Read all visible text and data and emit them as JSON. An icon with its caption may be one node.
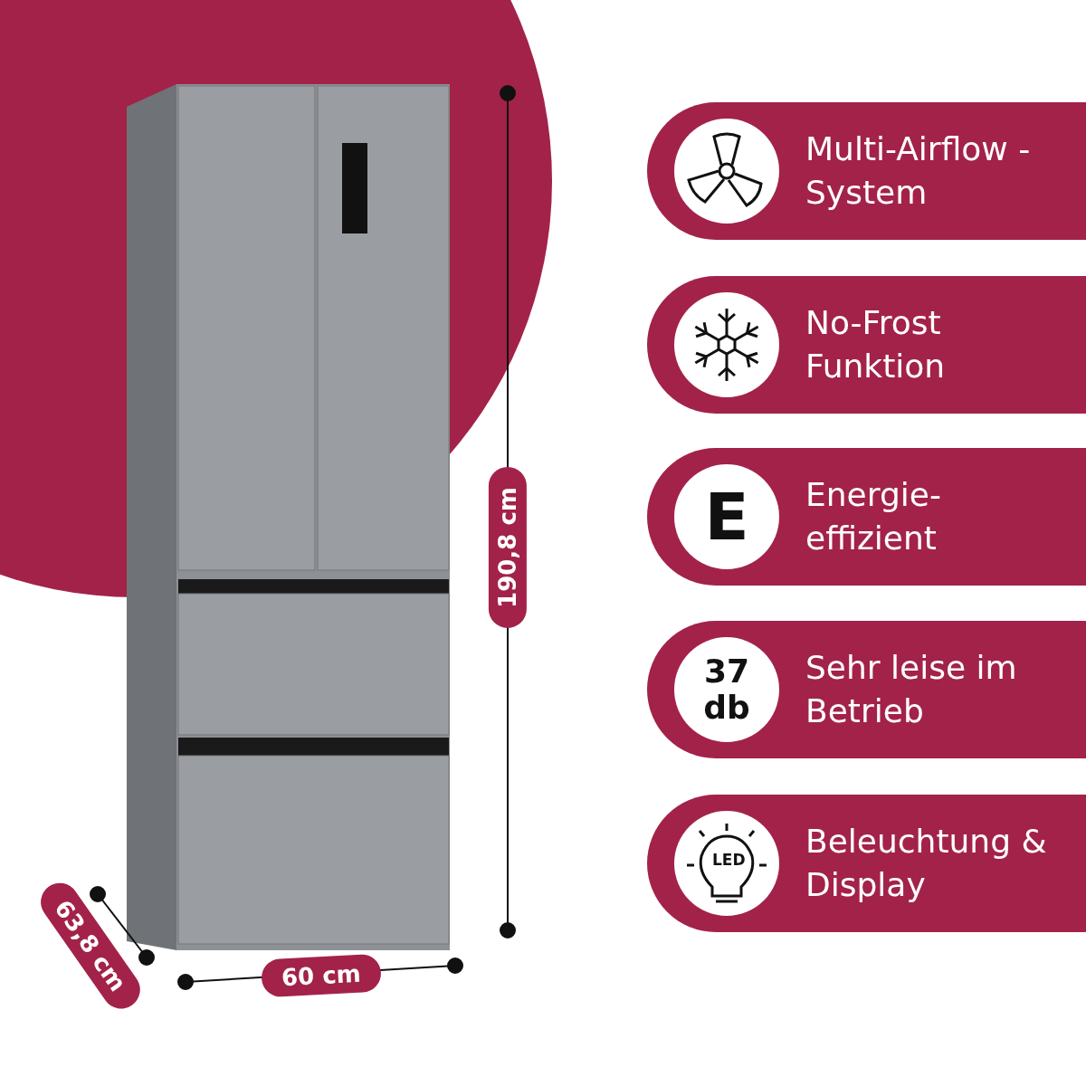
{
  "diagram": {
    "nodes": [
      {
        "text": [
          "Multi-Airflow -System"
        ]
      },
      {
        "text": [
          "No-Frost Funktion"
        ]
      },
      {
        "text": [
          "E",
          "Energie- effizient"
        ]
      },
      {
        "text": [
          "37 db",
          "Sehr leise im Betrieb"
        ]
      },
      {
        "text": [
          "Beleuchtung & Display"
        ]
      }
    ],
    "labels": [
      "190,8 cm",
      "63,8 cm",
      "60 cm",
      "LED"
    ]
  }
}
